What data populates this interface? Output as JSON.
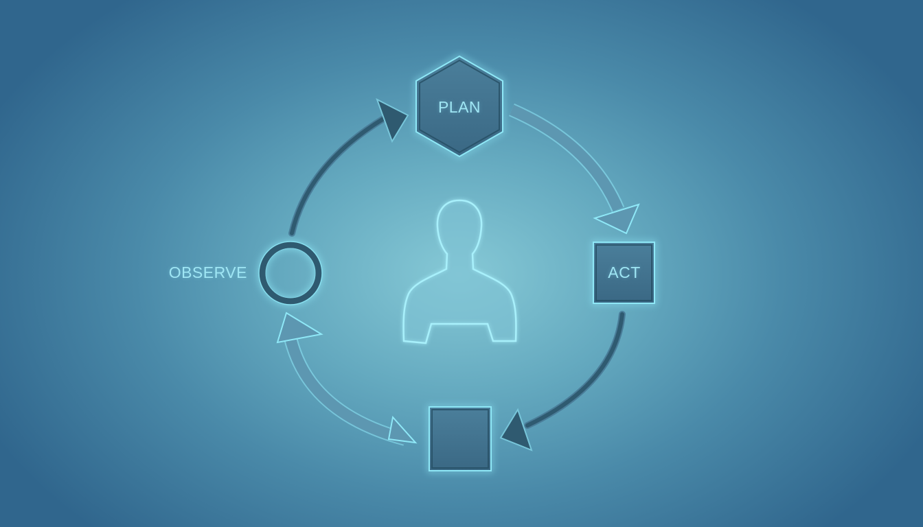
{
  "nodes": {
    "plan": {
      "label": "PLAN",
      "shape": "hexagon"
    },
    "act": {
      "label": "ACT",
      "shape": "square"
    },
    "bottom": {
      "label": "",
      "shape": "square"
    },
    "observe": {
      "label": "OBSERVE",
      "shape": "ring"
    }
  },
  "center": {
    "icon": "person-silhouette-icon"
  },
  "colors": {
    "background_center": "#86c9d6",
    "background_edge": "#30668d",
    "node_fill": "#3d6f8c",
    "node_stroke": "#8fe8f7",
    "arrow_dark": "#2f5a70",
    "arrow_light": "#5d97b1",
    "label": "#9fe6f4"
  },
  "cycle_order": [
    "observe",
    "plan",
    "act",
    "bottom",
    "observe"
  ]
}
